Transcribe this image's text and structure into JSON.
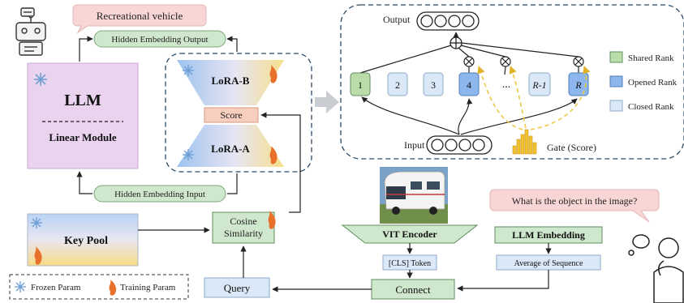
{
  "speech": {
    "top_bubble": "Recreational vehicle",
    "question": "What is the object in the image?"
  },
  "llm": {
    "title": "LLM",
    "subtitle": "Linear Module"
  },
  "embeddings": {
    "output": "Hidden Embedding Output",
    "input": "Hidden Embedding Input"
  },
  "lora": {
    "b": "LoRA-B",
    "a": "LoRA-A",
    "score": "Score"
  },
  "key_pool": {
    "label": "Key Pool"
  },
  "cosine": {
    "line1": "Cosine",
    "line2": "Similarity"
  },
  "query": {
    "label": "Query"
  },
  "connect": {
    "label": "Connect"
  },
  "vit": {
    "encoder": "VIT Encoder",
    "cls_token": "[CLS] Token"
  },
  "llm_embedding": {
    "label": "LLM Embedding",
    "average": "Average of Sequence"
  },
  "legend": {
    "frozen": "Frozen Param",
    "training": "Training Param"
  },
  "rank_panel": {
    "output_label": "Output",
    "input_label": "Input",
    "gate_label": "Gate (Score)",
    "ranks": [
      "1",
      "2",
      "3",
      "4",
      "...",
      "R-1",
      "R"
    ],
    "legend": {
      "shared": "Shared Rank",
      "opened": "Opened Rank",
      "closed": "Closed Rank"
    }
  },
  "colors": {
    "shared": "#b9dca8",
    "opened": "#8cb6ec",
    "closed": "#dbe8f8",
    "green_box": "#cfe7cc",
    "green_dark": "#2e6a3a",
    "pink_bubble": "#f8d6d6",
    "llm_fill": "#e9d3ef",
    "gate_yellow": "#f2c230"
  },
  "icons": [
    "snowflake-icon",
    "flame-icon",
    "robot-icon",
    "thinking-person-icon",
    "rv-photo",
    "gate-histogram-icon",
    "big-arrow-icon",
    "sum-node-icon",
    "multiply-node-icon"
  ]
}
